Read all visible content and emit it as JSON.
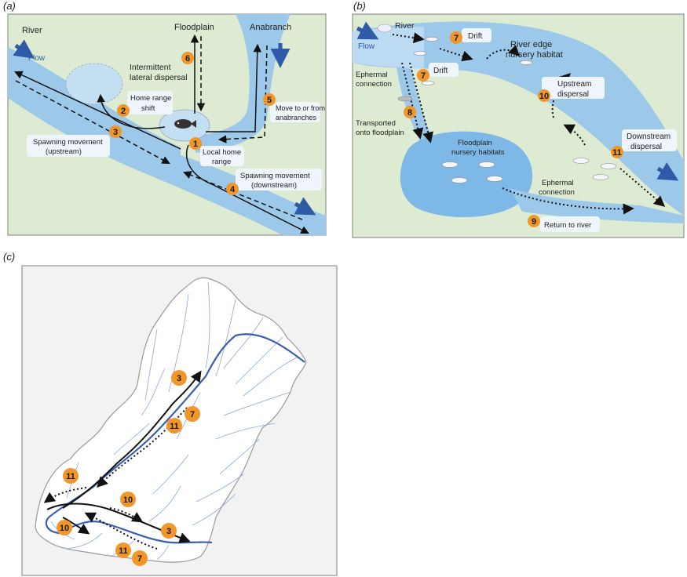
{
  "colors": {
    "land": "#dcebd1",
    "water": "#9cc8ea",
    "water_light": "#c4def2",
    "badge": "#f0962a",
    "arrow_blue": "#2e5aa8",
    "panel_border": "#7f7f7f"
  },
  "panel_a": {
    "label": "(a)",
    "river": "River",
    "flow": "Flow",
    "floodplain": "Floodplain",
    "anabranch": "Anabranch",
    "items": [
      {
        "n": "1",
        "text": [
          "Local home",
          "range"
        ]
      },
      {
        "n": "2",
        "text": [
          "Home range",
          "shift"
        ]
      },
      {
        "n": "3",
        "text": [
          "Spawning movement",
          "(upstream)"
        ]
      },
      {
        "n": "4",
        "text": [
          "Spawning movement",
          "(downstream)"
        ]
      },
      {
        "n": "5",
        "text": [
          "Move to or from",
          "anabranches"
        ]
      },
      {
        "n": "6",
        "text": [
          "Intermittent",
          "lateral dispersal"
        ]
      }
    ]
  },
  "panel_b": {
    "label": "(b)",
    "river": "River",
    "flow": "Flow",
    "drift": "Drift",
    "river_edge": [
      "River edge",
      "nursery habitat"
    ],
    "ephemeral_1": [
      "Ephermal",
      "connection"
    ],
    "transported": [
      "Transported",
      "onto floodplain"
    ],
    "floodplain_nursery": [
      "Floodplain",
      "nursery habitats"
    ],
    "ephemeral_2": [
      "Ephermal",
      "connection"
    ],
    "upstream": [
      "Upstream",
      "dispersal"
    ],
    "downstream": [
      "Downstream",
      "dispersal"
    ],
    "return_river": "Return to river",
    "badges": [
      "7",
      "7",
      "8",
      "9",
      "10",
      "11"
    ]
  },
  "panel_c": {
    "label": "(c)",
    "badges": [
      "3",
      "7",
      "11",
      "11",
      "10",
      "10",
      "3",
      "11",
      "7"
    ]
  }
}
